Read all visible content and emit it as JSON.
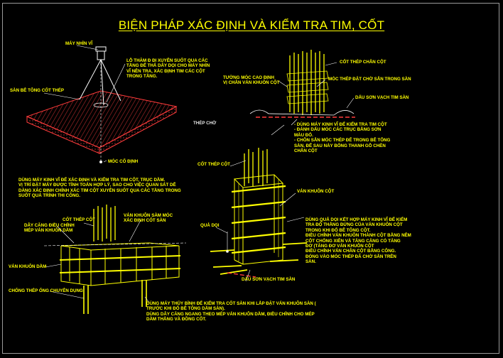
{
  "title": "BIỆN PHÁP XÁC ĐỊNH VÀ KIỂM TRA TIM, CỐT",
  "labels": {
    "may_nhin_vi": "MÁY NHÌN VĨ",
    "san_be_tong_cot_thep": "SÀN BÊ TÔNG CỐT THÉP",
    "ho_tham_dinh": "LỖ THĂM Đ ĐI XUYÊN SUỐT QUA CÁC\nTẦNG ĐỂ THẢ DÂY DỌI CHO MÁY NHÌN\nVĨ NÊN TRA, XÁC ĐỊNH TIM CÁC CỘT\nTRONG TẦNG.",
    "moc_co_dinh": "MÓC CỐ ĐỊNH",
    "thep_cho": "THÉP CHỜ",
    "dung_may_kinh_vi_1": "DÙNG MÁY KINH VĨ ĐỂ XÁC ĐỊNH VÀ KIỂM TRA TIM CỘT, TRỤC DẦM.\nVỊ TRÍ ĐẶT MÁY ĐƯỢC TÍNH TOÁN HỢP LÝ, SAO CHO VIỆC QUAN SÁT DỄ\nDÀNG XÁC ĐỊNH CHÍNH XÁC TIM CỘT XUYÊN SUỐT QUA CÁC TẦNG TRONG\nSUỐT QUÁ TRÌNH THI CÔNG.",
    "cot_thep_chan_cot": "CỐT THÉP CHÂN CỘT",
    "tuong_moc_cao_dinh": "TƯỜNG MÓC CAO ĐỊNH\nVỊ CHÂN VÁN KHUÔN CỘT",
    "moc_thep": "MÓC THÉP ĐẶT CHỜ SẴN TRONG SÀN",
    "dau_son_vach_tim_san_1": "DẤU SƠN VẠCH TIM SÀN",
    "note_right_top": "- DÙNG MÁY KINH VĨ ĐỂ KIỂM TRA TIM CỘT\n- ĐÁNH DẤU MÓC CÁC TRỤC BẰNG SƠN\n  MÀU ĐỎ.\n- CHÔN SẴN MÓC THÉP ĐỂ TRONG BÊ TÔNG\n  SÀN, ĐỂ SAU NÀY BỐNG THANH GỖ CHÈN\n  CHÂN CỘT",
    "cot_thep_cot": "CỐT THÉP CỘT",
    "van_khuon_cot": "VÁN KHUÔN CỘT",
    "qua_doi": "QUẢ DỌI",
    "note_right_mid": "DÙNG QUẢ DỌI KẾT HỢP MÁY KINH VĨ ĐỂ KIỂM\nTRA ĐỘ THẲNG ĐỨNG CỦA VÁN KHUÔN CỘT\nTRONG KHI ĐỔ BÊ TÔNG CỘT.\nĐIỀU CHỈNH VÁN KHUÔN THÀNH CỘT BẰNG NÊM\nCỘT CHỐNG XIÊN VÀ TĂNG CĂNG CÓ TĂNG\nĐƠ (TĂNG ĐƠ VÁN KHUÔN CỘT\nĐIỀU CHỈNH VÁN CHÂN CỘT BẰNG CÔNG.\nĐÓNG VÀO MÓC THÉP ĐÃ CHỜ SẴN TRÊN\nSÀN.",
    "dau_son_vach_tim_san_2": "DẤU SƠN VẠCH TIM SÀN",
    "cot_thep_cot_2": "CỐT THÉP CỘT",
    "van_khuon_sam_moc": "VÁN KHUÔN SÀM MÓC\nXÁC ĐỊNH CỐT SÀN",
    "day_cang_dieu_chinh": "DÂY CĂNG ĐIỀU CHỈNH\nMÉP VÁN KHUÔN DẦM",
    "van_khuon_dam": "VÁN KHUÔN DẦM",
    "chong_thep": "CHỐNG THÉP ỐNG CHUYÊN DỤNG",
    "note_bottom": "DÙNG MÁY THỦY BÌNH ĐỂ KIỂM TRA CỐT SÀN KHI LẮP ĐẶT VÁN KHUÔN SÀN (\nTRƯỚC KHI ĐỔ BÊ TÔNG DẦM SÀN).\nDÙNG DÂY CĂNG NGANG THEO MÉP VÁN KHUÔN DẦM, ĐIỀU CHỈNH CHO MÉP\nDẦM THẲNG VÀ ĐỒNG CỐT."
  },
  "colors": {
    "background": "#000000",
    "text": "#ffff00",
    "slab": "#ff3b3b",
    "hatch": "#c83030",
    "frame": "#9a9a9a"
  }
}
